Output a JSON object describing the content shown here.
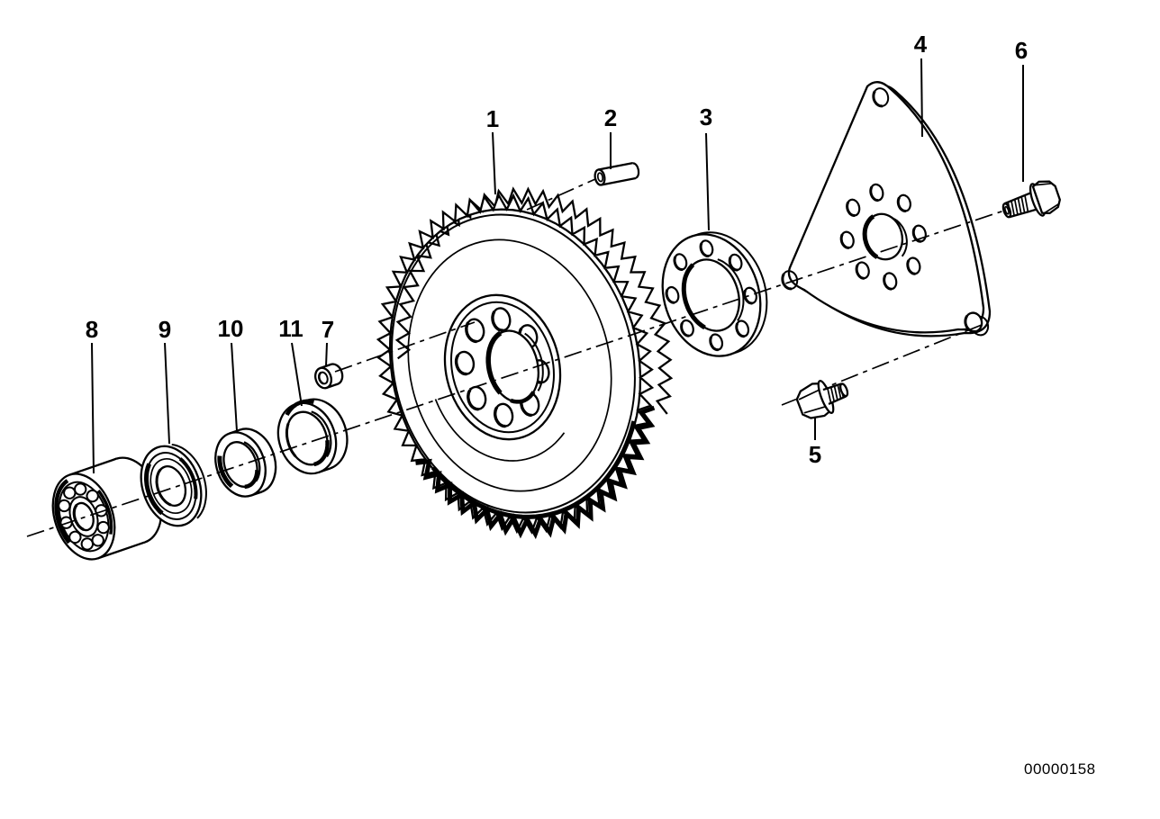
{
  "page": {
    "background": "#ffffff",
    "line_color": "#000000"
  },
  "callouts": [
    "1",
    "2",
    "3",
    "4",
    "5",
    "6",
    "7",
    "8",
    "9",
    "10",
    "11"
  ],
  "doc_number": "00000158"
}
